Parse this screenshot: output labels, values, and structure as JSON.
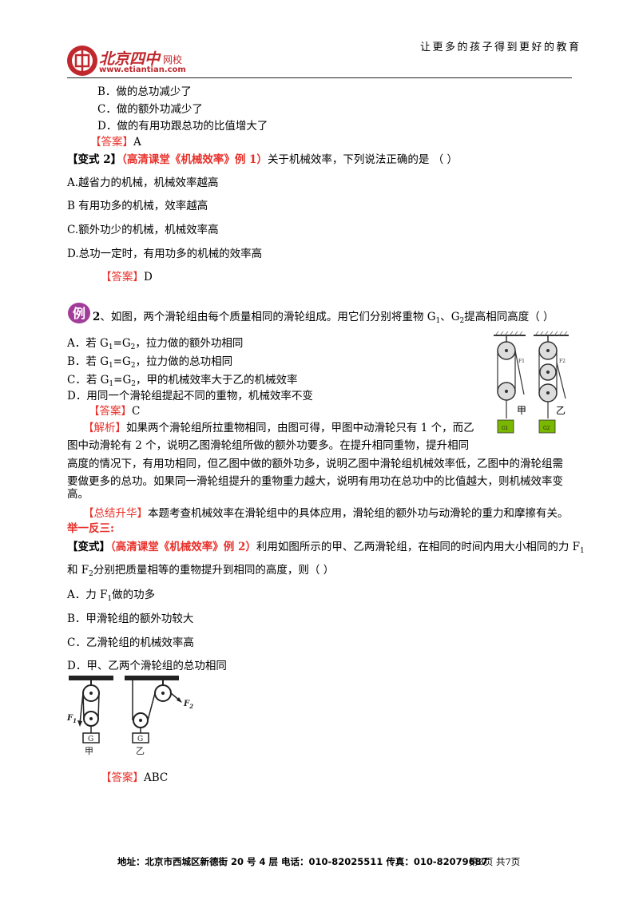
{
  "header": {
    "slogan": "让更多的孩子得到更好的教育",
    "logo_cn": "北京四中",
    "logo_sub": "网校",
    "logo_url": "www.etiantian.com",
    "brand_color": "#c0282d"
  },
  "block1": {
    "opt_b": "B．做的总功减少了",
    "opt_c": "C．做的额外功减少了",
    "opt_d": "D．做的有用功跟总功的比值增大了",
    "answer_label": "【答案】",
    "answer_value": "A"
  },
  "variant2": {
    "label": "【变式 2】",
    "source": "（高清课堂《机械效率》例 1）",
    "question": "关于机械效率，下列说法正确的是  （      ）",
    "opt_a": "A.越省力的机械，机械效率越高",
    "opt_b": "B 有用功多的机械，效率越高",
    "opt_c": "C.额外功少的机械，机械效率高",
    "opt_d": "D.总功一定时，有用功多的机械的效率高",
    "answer_label": "【答案】",
    "answer_value": "D"
  },
  "example2": {
    "badge": "例",
    "number": "2",
    "question_a": "、如图，两个滑轮组由每个质量相同的滑轮组成。用它们分别将重物 G",
    "question_b": "、G",
    "question_c": "提高相同高度（        ）",
    "sub1": "1",
    "sub2": "2",
    "opt_a_1": "A．若 G",
    "opt_a_2": "=G",
    "opt_a_3": "，拉力做的额外功相同",
    "opt_b_1": "B．若 G",
    "opt_b_2": "=G",
    "opt_b_3": "，拉力做的总功相同",
    "opt_c_1": "C．若 G",
    "opt_c_2": "=G",
    "opt_c_3": "，甲的机械效率大于乙的机械效率",
    "opt_d": "D．用同一个滑轮组提起不同的重物，机械效率不变",
    "answer_label": "【答案】",
    "answer_value": "C",
    "analysis_label": "【解析】",
    "analysis_1": "如果两个滑轮组所拉重物相同，由图可得，甲图中动滑轮只有 1 个，而乙",
    "analysis_2": "图中动滑轮有 2 个，说明乙图滑轮组所做的额外功要多。在提升相同重物，提升相同",
    "analysis_3": "高度的情况下，有用功相同，但乙图中做的额外功多，说明乙图中滑轮组机械效率低，乙图中的滑轮组需",
    "analysis_4": "要做更多的总功。如果同一滑轮组提升的重物重力越大，说明有用功在总功中的比值越大，则机械效率变",
    "analysis_5": "高。",
    "summary_label": "【总结升华】",
    "summary": "本题考查机械效率在滑轮组中的具体应用，滑轮组的额外功与动滑轮的重力和摩擦有关。",
    "fig_label_jia": "甲",
    "fig_label_yi": "乙",
    "fig_f1": "F1",
    "fig_f2": "F2",
    "fig_g1": "G1",
    "fig_g2": "G2"
  },
  "juyi": {
    "title": "举一反三:"
  },
  "variant3": {
    "label": "【变式】",
    "source": "（高清课堂《机械效率》例 2）",
    "question_1": "利用如图所示的甲、乙两滑轮组，在相同的时间内用大小相同的力 F",
    "q1_sub": "1",
    "question_2a": "和 F",
    "q2_sub": "2",
    "question_2b": "分别把质量相等的重物提升到相同的高度，则（          ）",
    "opt_a_1": "A．力 F",
    "opt_a_sub": "1",
    "opt_a_2": "做的功多",
    "opt_b": "B．甲滑轮组的额外功较大",
    "opt_c": "C．乙滑轮组的机械效率高",
    "opt_d": "D．甲、乙两个滑轮组的总功相同",
    "fig_label_jia": "甲",
    "fig_label_yi": "乙",
    "fig_f1": "F",
    "fig_f1_sub": "1",
    "fig_f2": "F",
    "fig_f2_sub": "2",
    "fig_g": "G",
    "answer_label": "【答案】",
    "answer_value": "ABC"
  },
  "footer": {
    "address": "地址：北京市西城区新德街 20 号 4 层  电话：010-82025511  传真：010-82079687",
    "page": "第3页  共7页"
  }
}
